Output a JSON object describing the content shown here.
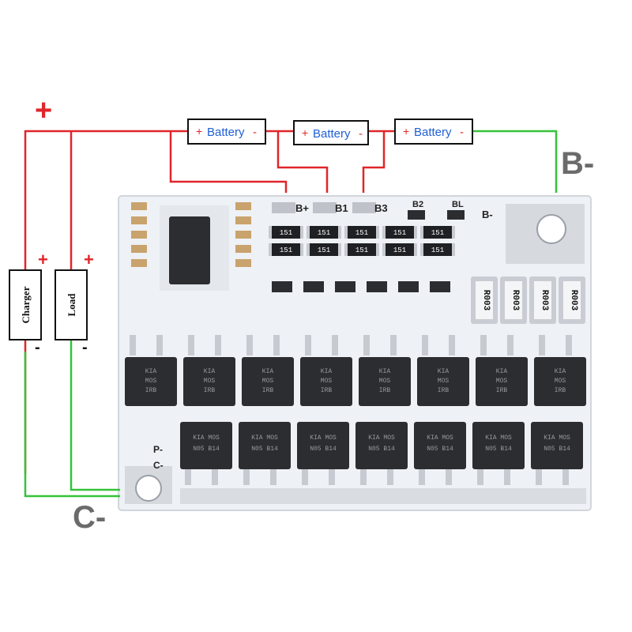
{
  "batteries": [
    {
      "plus": "+",
      "label": "Battery",
      "minus": "-"
    },
    {
      "plus": "+",
      "label": "Battery",
      "minus": "-"
    },
    {
      "plus": "+",
      "label": "Battery",
      "minus": "-"
    }
  ],
  "terminals": {
    "b_minus": "B-",
    "c_minus": "C-"
  },
  "top_plus": "+",
  "charger": {
    "label": "Charger",
    "plus": "+",
    "minus": "-"
  },
  "load": {
    "label": "Load",
    "plus": "+",
    "minus": "-"
  },
  "board_labels": {
    "b_plus": "B+",
    "b1": "B1",
    "b3": "B3",
    "b2": "B2",
    "b0": "BL",
    "b_minus": "B-",
    "p_minus": "P-",
    "c_minus": "C-"
  },
  "resistor_code": "151",
  "shunt_code": "R003",
  "mosfet_top_lines": [
    "KIA",
    "MOS",
    "IRB"
  ],
  "mosfet_bottom_lines": [
    "KIA",
    "MOS",
    "N05",
    "B14"
  ],
  "colors": {
    "wire_positive": "#e0262b",
    "wire_negative": "#35c33a",
    "battery_text": "#1f5fd6",
    "pcb": "#f3f5f8",
    "chip": "#2b2d31"
  }
}
